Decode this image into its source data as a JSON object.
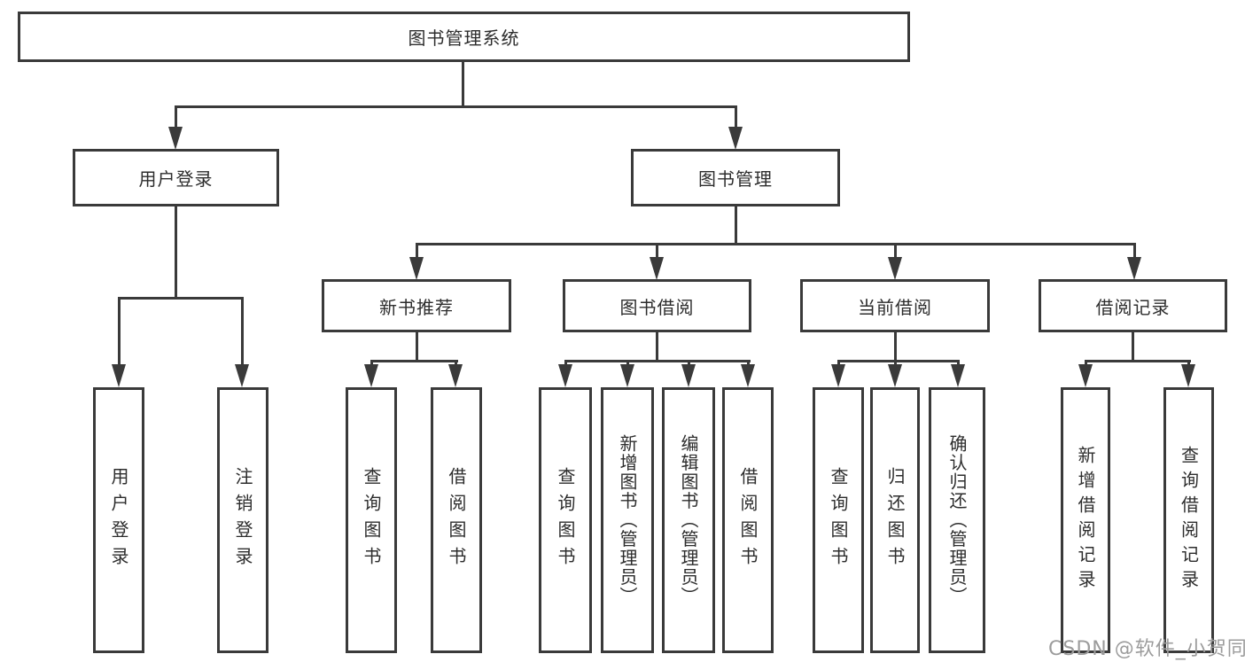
{
  "diagram": {
    "type": "hierarchy-tree",
    "tree": {
      "root": {
        "label": "图书管理系统"
      },
      "branches": [
        {
          "label": "用户登录",
          "children": [
            {
              "label": "用户登录"
            },
            {
              "label": "注销登录"
            }
          ]
        },
        {
          "label": "图书管理",
          "children": [
            {
              "label": "新书推荐",
              "children": [
                {
                  "label": "查询图书"
                },
                {
                  "label": "借阅图书"
                }
              ]
            },
            {
              "label": "图书借阅",
              "children": [
                {
                  "label": "查询图书"
                },
                {
                  "label": "新增图书（管理员）"
                },
                {
                  "label": "编辑图书（管理员）"
                },
                {
                  "label": "借阅图书"
                }
              ]
            },
            {
              "label": "当前借阅",
              "children": [
                {
                  "label": "查询图书"
                },
                {
                  "label": "归还图书"
                },
                {
                  "label": "确认归还（管理员）"
                }
              ]
            },
            {
              "label": "借阅记录",
              "children": [
                {
                  "label": "新增借阅记录"
                },
                {
                  "label": "查询借阅记录"
                }
              ]
            }
          ]
        }
      ]
    },
    "colors": {
      "line": "#3a3a3a",
      "box_border": "#3a3a3a",
      "text": "#2d2d2d",
      "background": "#ffffff",
      "watermark": "#9c9c9c"
    }
  },
  "watermark": {
    "text": "CSDN @软件_小贺同学"
  }
}
